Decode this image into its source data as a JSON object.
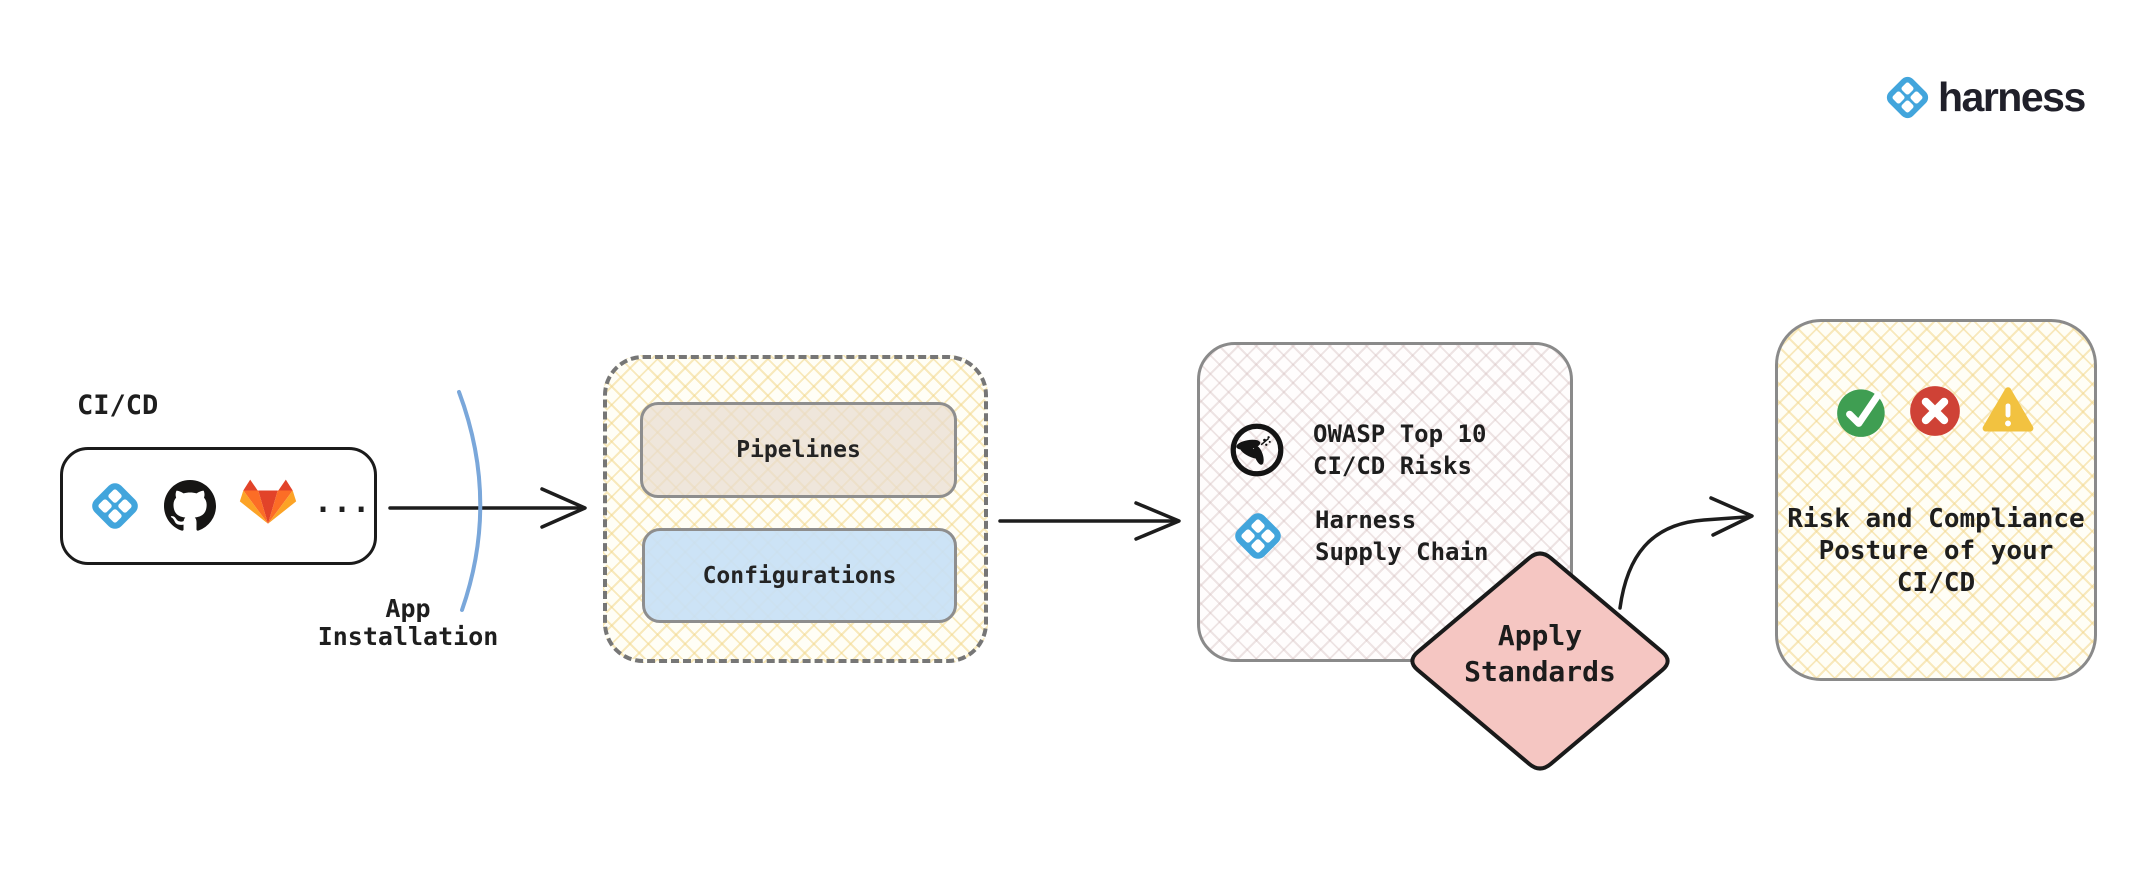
{
  "brand": {
    "wordmark": "harness"
  },
  "cicd_source": {
    "label": "CI/CD",
    "icons": [
      "harness-icon",
      "github-icon",
      "gitlab-icon"
    ],
    "more_label": "..."
  },
  "app_installation": {
    "line1": "App",
    "line2": "Installation"
  },
  "workspace_group": {
    "pipelines_label": "Pipelines",
    "configurations_label": "Configurations"
  },
  "standards_box": {
    "owasp": {
      "icon": "owasp-icon",
      "line1": "OWASP Top 10",
      "line2": "CI/CD Risks"
    },
    "harness": {
      "icon": "harness-icon",
      "line1": "Harness",
      "line2": "Supply Chain"
    }
  },
  "apply_standards": {
    "line1": "Apply",
    "line2": "Standards"
  },
  "outcome_box": {
    "icons": [
      "check-circle-icon",
      "x-circle-icon",
      "warning-triangle-icon"
    ],
    "line1": "Risk and Compliance",
    "line2": "Posture of your",
    "line3": "CI/CD"
  },
  "colors": {
    "harness_blue": "#42a5dc",
    "ink_black": "#1d1d1d",
    "box_border_gray": "#8a8a8a",
    "diamond_pink": "#f5c6c2",
    "configurations_blue": "#cfe3f5",
    "pipelines_tan": "#e9ddd0",
    "hatch_yellow_line": "#f2d78c",
    "hatch_pink_line": "#d5c0c0",
    "success_green": "#3f9e52",
    "error_red": "#cf4236",
    "warning_amber": "#f2c240",
    "install_arc_blue": "#7aa7da",
    "gitlab_dark_orange": "#e24329",
    "gitlab_orange": "#fc6d26",
    "gitlab_amber": "#fca326"
  }
}
